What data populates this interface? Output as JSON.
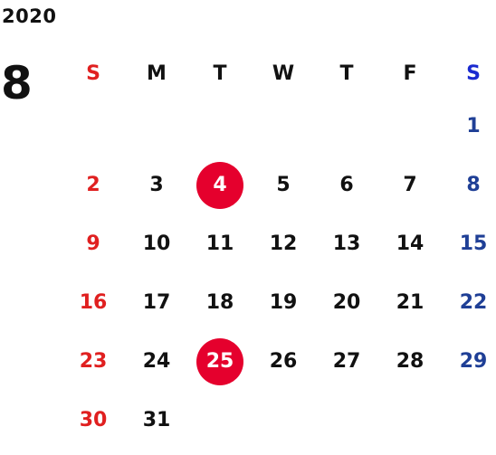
{
  "calendar": {
    "year": "2020",
    "month": "8",
    "weekdays": [
      "S",
      "M",
      "T",
      "W",
      "T",
      "F",
      "S"
    ],
    "first_weekday_index": 6,
    "days_in_month": 31,
    "highlighted_days": [
      4,
      25
    ],
    "colors": {
      "sunday": "#e02020",
      "saturday": "#1f3f96",
      "weekday": "#111111",
      "highlight_bg": "#e5002d",
      "highlight_text": "#ffffff",
      "sunday_header": "#e02020",
      "saturday_header": "#1a2ad0"
    }
  }
}
